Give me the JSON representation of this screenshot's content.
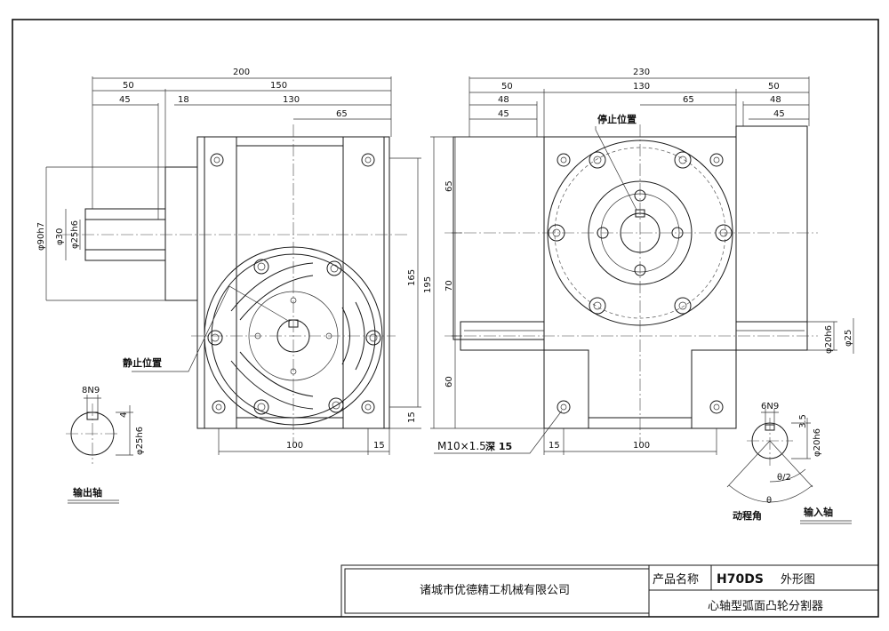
{
  "labels": {
    "stop_position_left": "静止位置",
    "stop_position_right": "停止位置",
    "output_shaft": "输出轴",
    "input_shaft": "输入轴",
    "motion_angle": "动程角",
    "theta": "θ",
    "theta_half": "θ/2",
    "thread_note": "M10×1.5",
    "thread_depth": "深 15"
  },
  "left_view": {
    "dims_top": [
      "200",
      "50",
      "150",
      "45",
      "18",
      "130",
      "65"
    ],
    "dims_bottom": [
      "100",
      "15"
    ],
    "dims_right": [
      "165",
      "15"
    ],
    "dims_left": [
      "φ90h7",
      "φ30",
      "φ25h6"
    ]
  },
  "right_view": {
    "dims_top": [
      "230",
      "50",
      "130",
      "50",
      "48",
      "65",
      "48",
      "45",
      "45"
    ],
    "dims_bottom": [
      "15",
      "100"
    ],
    "dims_left": [
      "195",
      "65",
      "70",
      "60"
    ],
    "dims_right": [
      "φ20h6",
      "φ25"
    ]
  },
  "output_detail": {
    "keyway": "8N9",
    "depth": "4",
    "shaft": "φ25h6"
  },
  "input_detail": {
    "keyway": "6N9",
    "depth": "3.5",
    "shaft": "φ20h6"
  },
  "title_block": {
    "company": "诸城市优德精工机械有限公司",
    "product_name_label": "产品名称",
    "model": "H70DS",
    "drawing_type": "外形图",
    "description": "心轴型弧面凸轮分割器"
  }
}
